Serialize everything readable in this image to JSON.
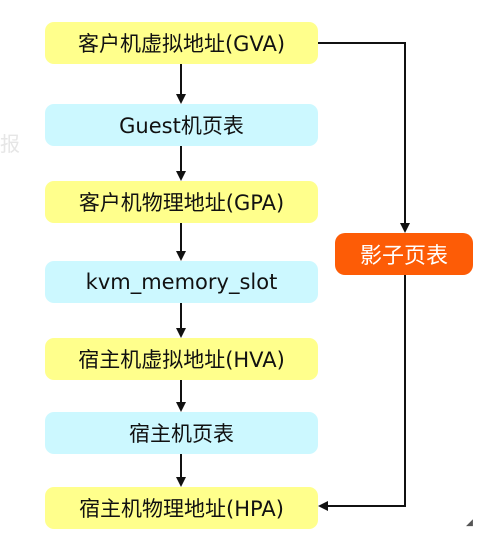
{
  "diagram": {
    "nodes": {
      "gva": "客户机虚拟地址(GVA)",
      "guest_pt": "Guest机页表",
      "gpa": "客户机物理地址(GPA)",
      "kvm_slot": "kvm_memory_slot",
      "hva": "宿主机虚拟地址(HVA)",
      "host_pt": "宿主机页表",
      "hpa": "宿主机物理地址(HPA)",
      "shadow_pt": "影子页表"
    },
    "colors": {
      "address_box": "#ffff8c",
      "table_box": "#ccf8ff",
      "shadow_box": "#fd5c06",
      "arrow": "#111111"
    },
    "background_fragments": {
      "left_edge_char": "报",
      "corner_mark": "◢"
    }
  }
}
